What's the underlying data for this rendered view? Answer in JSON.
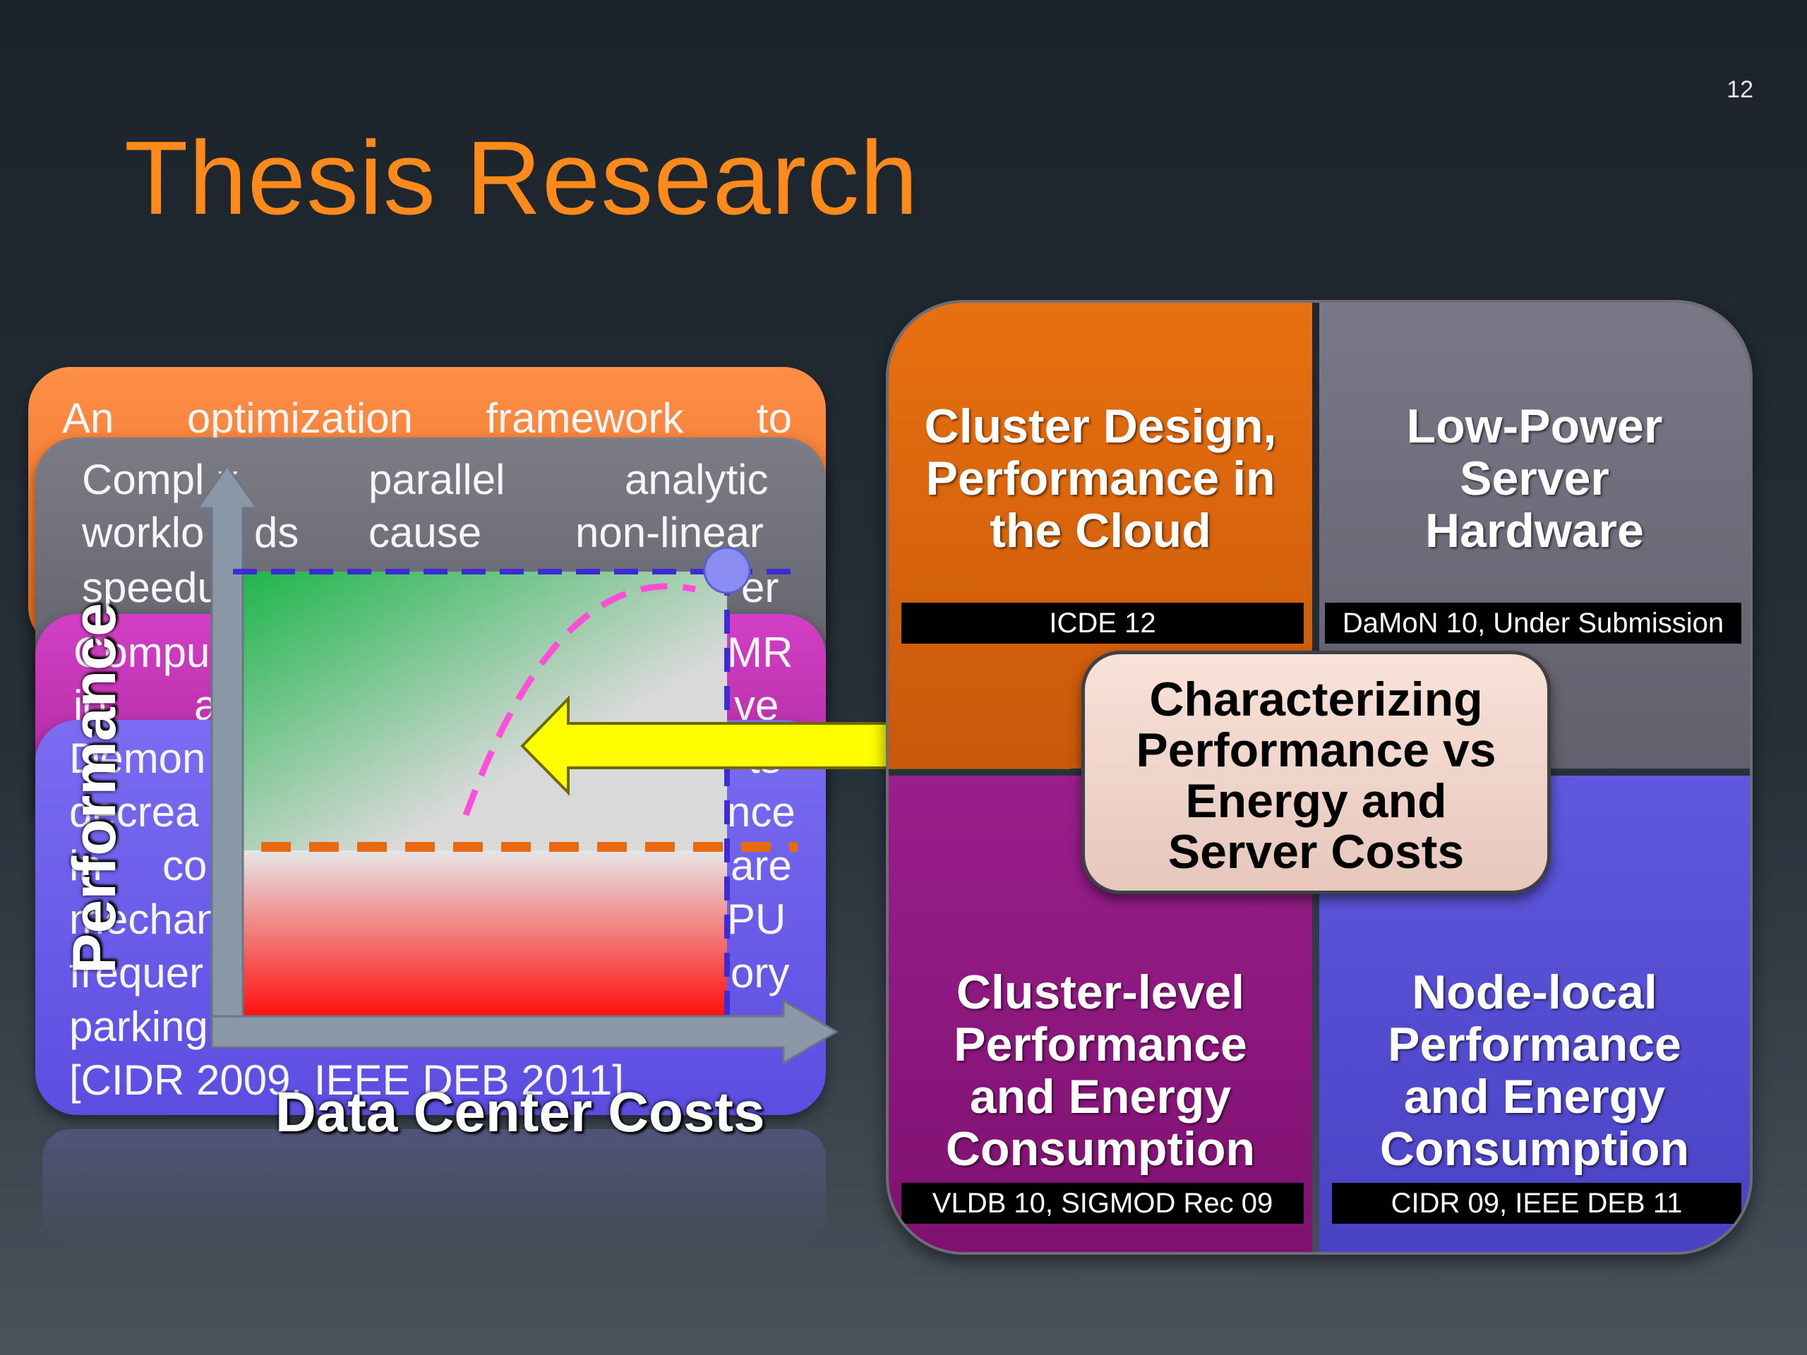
{
  "slide": {
    "number": "12",
    "title": "Thesis Research"
  },
  "left_cards": {
    "orange_line1": [
      "An",
      "optimization",
      "framework",
      "to"
    ],
    "gray_line1": [
      "Compl",
      "x",
      "parallel",
      "analytic"
    ],
    "gray_line2": [
      "worklo",
      "ds",
      "cause",
      "non-linear"
    ],
    "gray_line3": [
      "speedu",
      "er"
    ],
    "magenta_line1": [
      "Compu",
      "MR"
    ],
    "magenta_line2": [
      "jo",
      "a",
      "ve"
    ],
    "blue_line1": [
      "Demon",
      "ts"
    ],
    "blue_line2": [
      "decrea",
      "nce"
    ],
    "blue_line3": [
      "in",
      "co",
      "are"
    ],
    "blue_line4": [
      "mechan",
      "PU"
    ],
    "blue_line5": [
      "frequer",
      "ory"
    ],
    "blue_line6": [
      "parking"
    ],
    "blue_line7": "[CIDR 2009, IEEE DEB 2011]"
  },
  "chart": {
    "y_label": "Performance",
    "x_label": "Data Center Costs",
    "colors": {
      "top_gradient": "#22b24c",
      "bottom_gradient": "#ff1a1a",
      "curve": "#ff4fd8",
      "threshold": "#e86a10",
      "bound": "#3d2bd6",
      "arrow": "#ffff00"
    }
  },
  "quadrants": {
    "top_left": {
      "title": [
        "Cluster Design,",
        "Performance in",
        "the Cloud"
      ],
      "tag": "ICDE 12"
    },
    "top_right": {
      "title": [
        "Low-Power",
        "Server",
        "Hardware"
      ],
      "tag": "DaMoN 10, Under Submission"
    },
    "bottom_left": {
      "title": [
        "Cluster-level",
        "Performance",
        "and Energy",
        "Consumption"
      ],
      "tag": "VLDB 10, SIGMOD Rec 09"
    },
    "bottom_right": {
      "title": [
        "Node-local",
        "Performance",
        "and Energy",
        "Consumption"
      ],
      "tag": "CIDR 09, IEEE DEB 11"
    }
  },
  "center": {
    "lines": [
      "Characterizing",
      "Performance vs",
      "Energy and",
      "Server Costs"
    ]
  }
}
